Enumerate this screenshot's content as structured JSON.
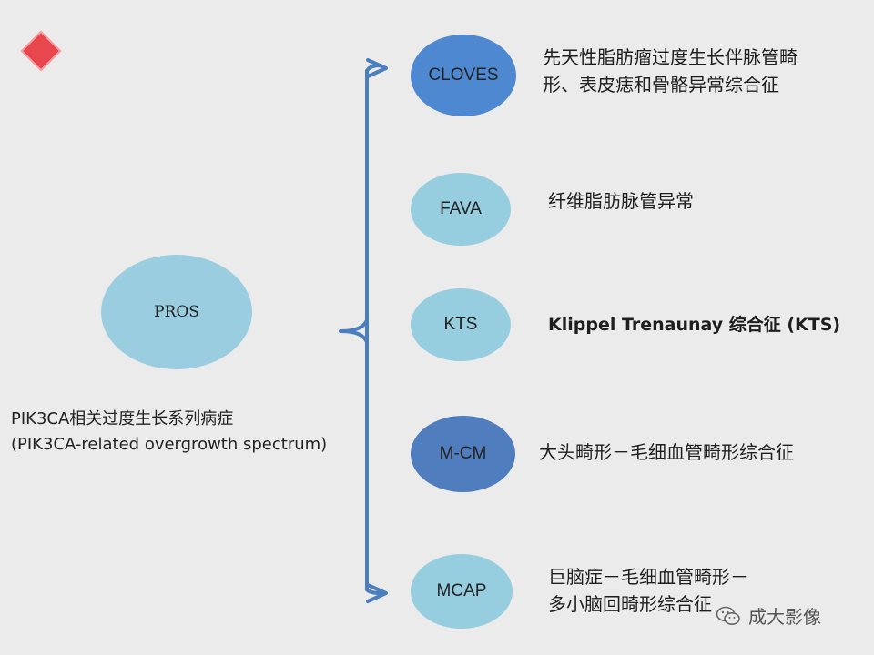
{
  "root": {
    "label": "PROS",
    "caption_zh": "PIK3CA相关过度生长系列病症",
    "caption_en": "(PIK3CA-related overgrowth spectrum)"
  },
  "branches": [
    {
      "abbr": "CLOVES",
      "desc_lines": [
        "先天性脂肪瘤过度生长伴脉管畸",
        "形、表皮痣和骨骼异常综合征"
      ]
    },
    {
      "abbr": "FAVA",
      "desc_lines": [
        "纤维脂肪脉管异常"
      ]
    },
    {
      "abbr": "KTS",
      "desc_lines": [
        "Klippel Trenaunay 综合征 (KTS)"
      ]
    },
    {
      "abbr": "M-CM",
      "desc_lines": [
        "大头畸形－毛细血管畸形综合征"
      ]
    },
    {
      "abbr": "MCAP",
      "desc_lines": [
        "巨脑症－毛细血管畸形－",
        "多小脑回畸形综合征"
      ]
    }
  ],
  "watermark": {
    "text": "成大影像",
    "icon": "wechat-icon"
  },
  "colors": {
    "background": "#ebebeb",
    "connector": "#4a7ebf",
    "node_light": "#96cddf",
    "node_blue": "#4e88d1",
    "node_dark_blue": "#4f7dbd",
    "accent_diamond": "#e8474d"
  }
}
